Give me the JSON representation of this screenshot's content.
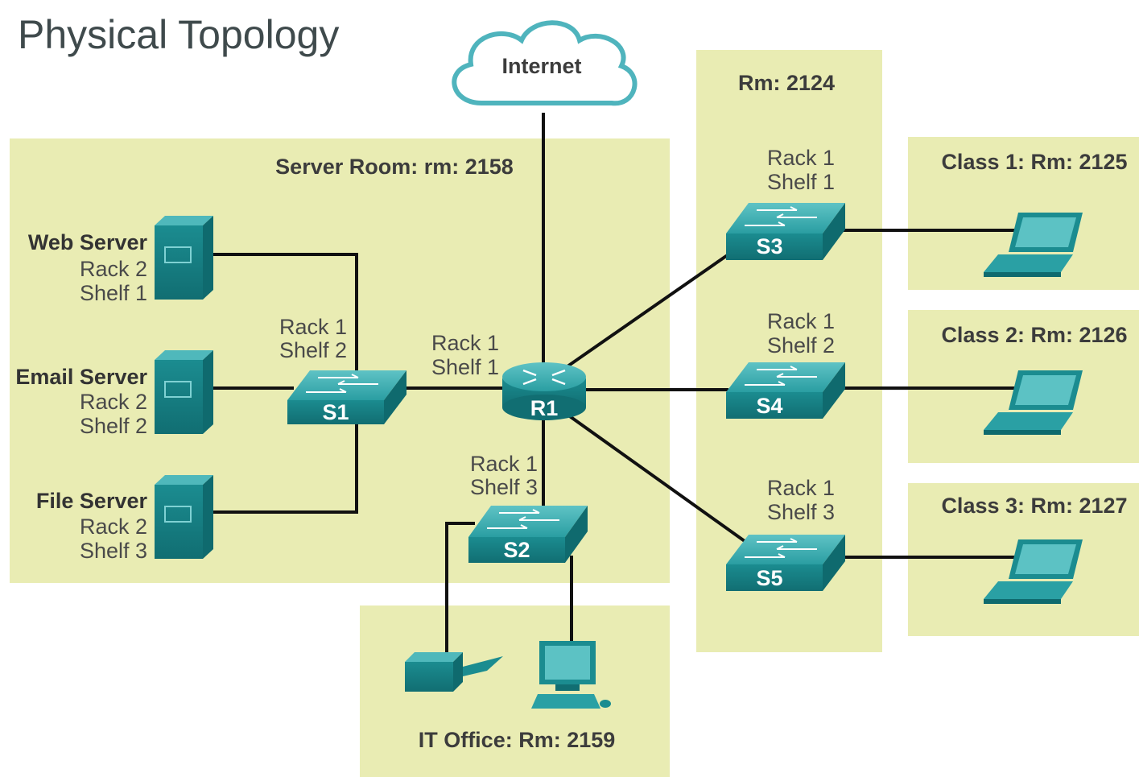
{
  "title": "Physical Topology",
  "internet": {
    "label": "Internet"
  },
  "rooms": {
    "server_room": "Server Room: rm: 2158",
    "rm_2124": "Rm: 2124",
    "class1": "Class 1: Rm: 2125",
    "class2": "Class 2: Rm: 2126",
    "class3": "Class 3: Rm: 2127",
    "it_office": "IT Office: Rm: 2159"
  },
  "servers": [
    {
      "name": "Web Server",
      "rack": "Rack 2",
      "shelf": "Shelf 1"
    },
    {
      "name": "Email Server",
      "rack": "Rack 2",
      "shelf": "Shelf 2"
    },
    {
      "name": "File Server",
      "rack": "Rack 2",
      "shelf": "Shelf 3"
    }
  ],
  "devices": {
    "r1": {
      "label": "R1",
      "rack": "Rack 1",
      "shelf": "Shelf 1"
    },
    "s1": {
      "label": "S1",
      "rack": "Rack 1",
      "shelf": "Shelf 2"
    },
    "s2": {
      "label": "S2",
      "rack": "Rack 1",
      "shelf": "Shelf 3"
    },
    "s3": {
      "label": "S3",
      "rack": "Rack 1",
      "shelf": "Shelf 1"
    },
    "s4": {
      "label": "S4",
      "rack": "Rack 1",
      "shelf": "Shelf 2"
    },
    "s5": {
      "label": "S5",
      "rack": "Rack 1",
      "shelf": "Shelf 3"
    }
  },
  "colors": {
    "room_fill": "#e9ecb3",
    "device_teal": "#1f8a8c",
    "cloud_outline": "#4fb4bd",
    "link": "#111111"
  }
}
